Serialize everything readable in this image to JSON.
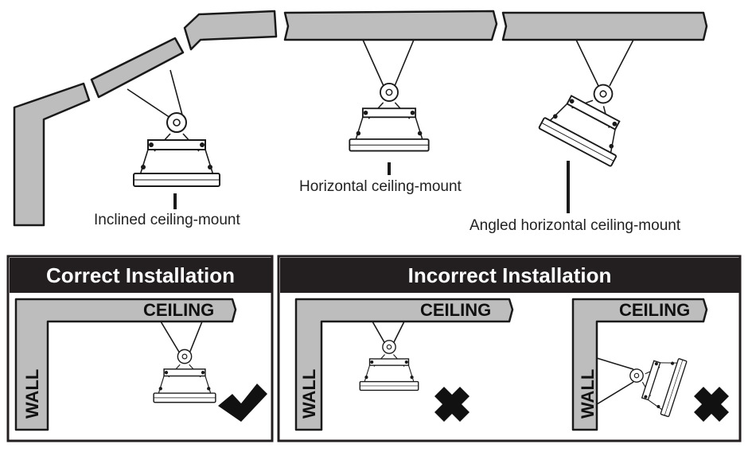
{
  "top": {
    "captions": {
      "inclined": "Inclined ceiling-mount",
      "horizontal": "Horizontal ceiling-mount",
      "angled": "Angled horizontal ceiling-mount"
    }
  },
  "panels": {
    "correct": {
      "title": "Correct Installation"
    },
    "incorrect": {
      "title": "Incorrect Installation"
    },
    "labels": {
      "ceiling": "CEILING",
      "wall": "WALL"
    }
  },
  "icons": {
    "correct": "check-mark-icon",
    "incorrect": "cross-mark-icon"
  },
  "colors": {
    "panel_header": "#231f20",
    "beam_fill": "#bdbdbd",
    "outline": "#1a1a1a"
  }
}
